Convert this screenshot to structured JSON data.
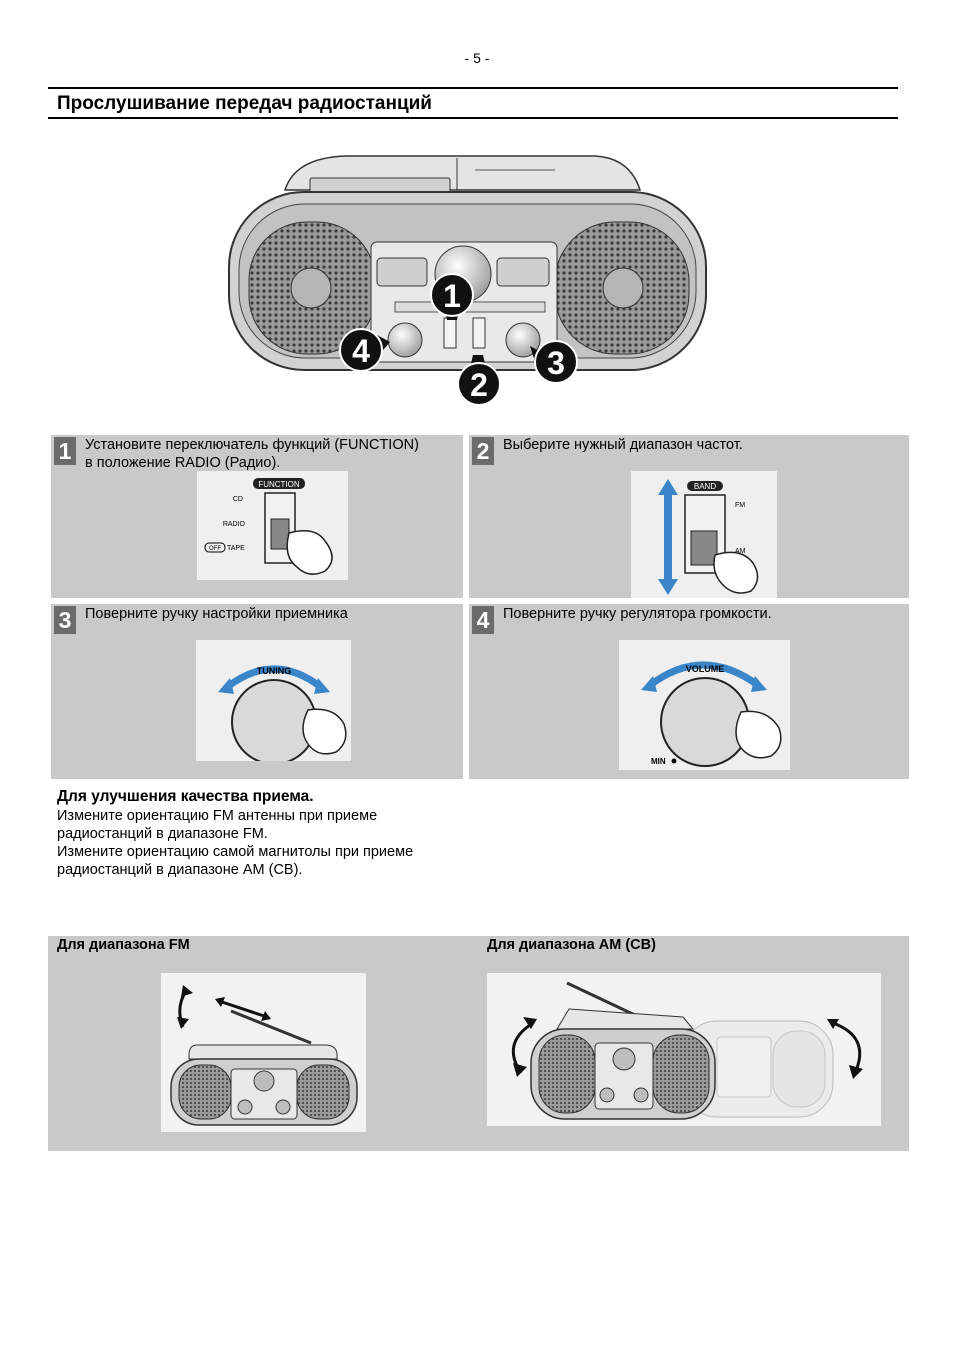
{
  "page_number": "- 5 -",
  "title": "Прослушивание передач радиостанций",
  "hero_callouts": [
    "1",
    "2",
    "3",
    "4"
  ],
  "steps": [
    {
      "num": "1",
      "text_lines": [
        "Установите переключатель функций (FUNCTION)",
        "в положение RADIO (Радио)."
      ],
      "illus_labels": {
        "header": "FUNCTION",
        "cd": "CD",
        "radio": "RADIO",
        "off": "OFF",
        "tape": "TAPE"
      }
    },
    {
      "num": "2",
      "text_lines": [
        "Выберите нужный диапазон частот."
      ],
      "illus_labels": {
        "header": "BAND",
        "fm": "FM",
        "am": "AM"
      }
    },
    {
      "num": "3",
      "text_lines": [
        "Поверните ручку настройки приемника"
      ],
      "illus_labels": {
        "knob": "TUNING"
      }
    },
    {
      "num": "4",
      "text_lines": [
        "Поверните ручку регулятора громкости."
      ],
      "illus_labels": {
        "knob": "VOLUME",
        "min": "MIN"
      }
    }
  ],
  "tips": {
    "heading": "Для улучшения качества приема.",
    "lines": [
      "Измените ориентацию FM антенны при приеме",
      "радиостанций в диапазоне FM.",
      "Измените ориентацию самой магнитолы при приеме",
      "радиостанций в диапазоне AM (CB)."
    ]
  },
  "bands": {
    "fm_label": "Для диапазона FM",
    "am_label": "Для диапазона AM (CB)"
  },
  "colors": {
    "panel": "#c9c9c9",
    "step_badge": "#6b6b6b",
    "arrow_blue": "#3a86c8"
  }
}
